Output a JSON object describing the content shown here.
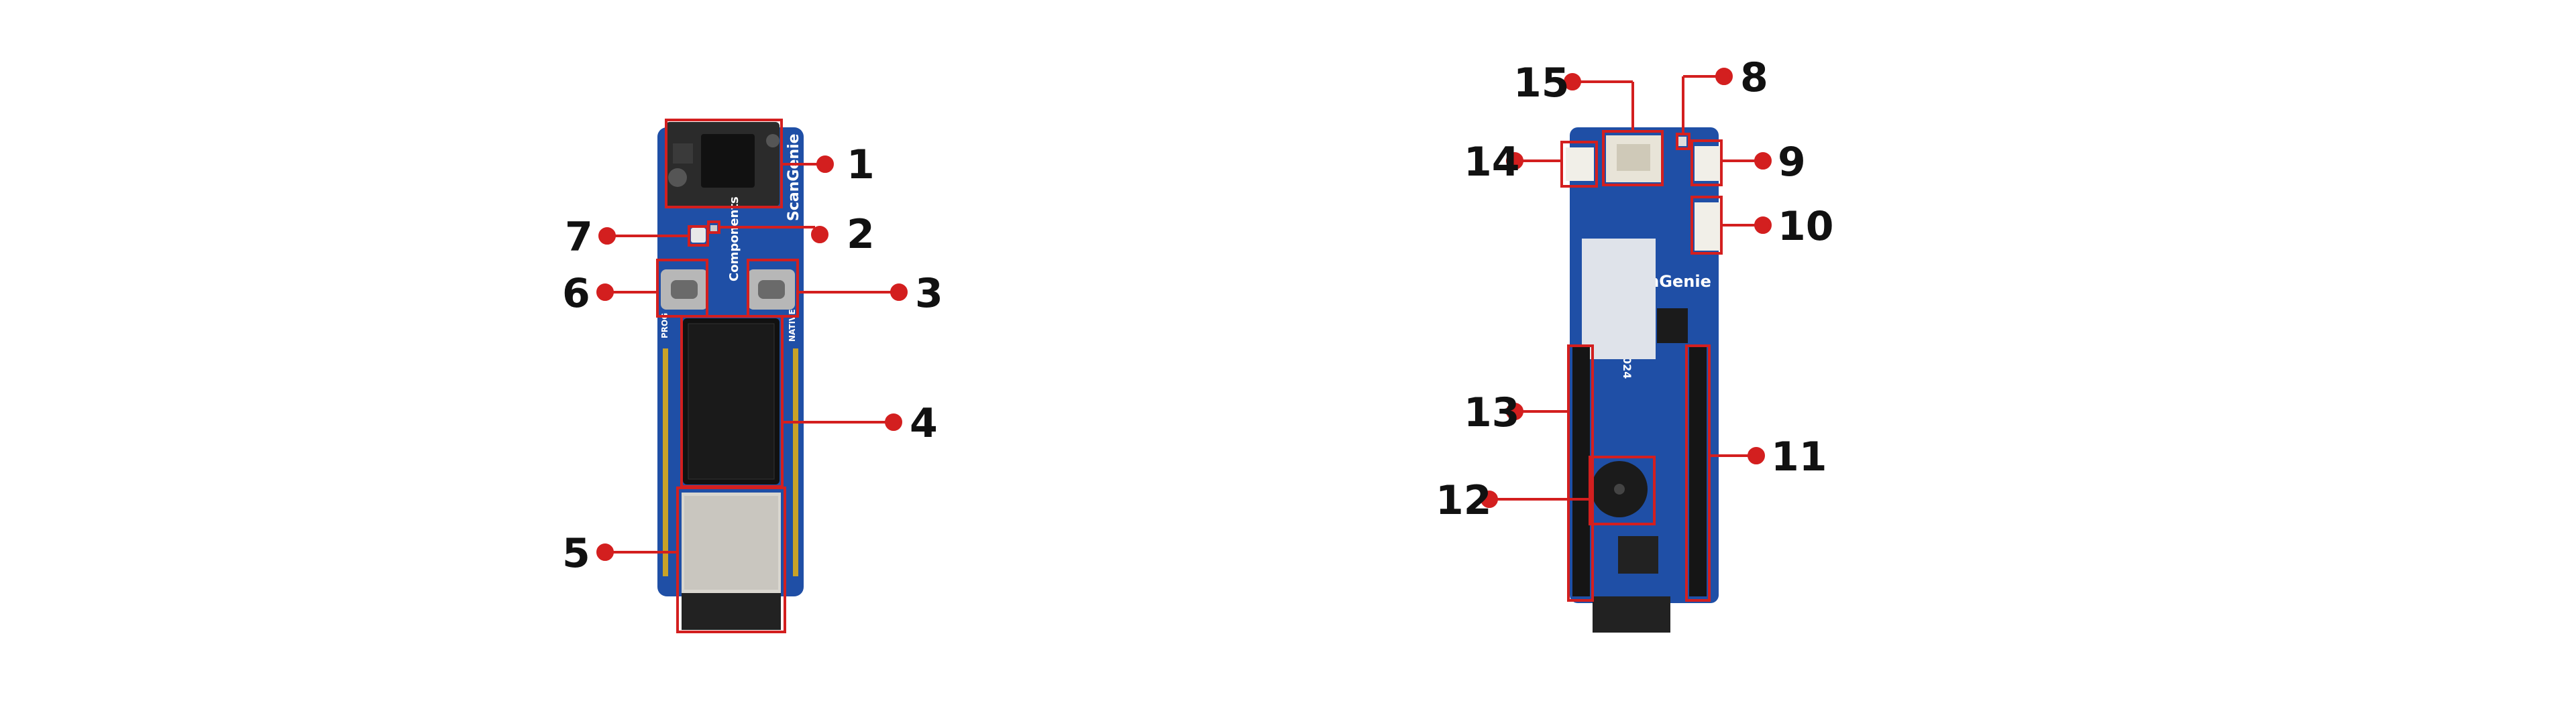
{
  "diagram": {
    "colors": {
      "pcb_blue": "#1f4fa6",
      "pcb_dark": "#1a3f8a",
      "callout_red": "#d31f1f",
      "ink": "#111111"
    },
    "board_front": {
      "silkscreen": {
        "brand": "Components",
        "product": "ScanGenie",
        "left_port": "PROG",
        "right_port": "NATIVE"
      }
    },
    "board_back": {
      "silkscreen": {
        "product_partial": "anGenie",
        "vertical_text": "HMM 2024"
      }
    },
    "callouts": [
      {
        "number": "1"
      },
      {
        "number": "2"
      },
      {
        "number": "3"
      },
      {
        "number": "4"
      },
      {
        "number": "5"
      },
      {
        "number": "6"
      },
      {
        "number": "7"
      },
      {
        "number": "8"
      },
      {
        "number": "9"
      },
      {
        "number": "10"
      },
      {
        "number": "11"
      },
      {
        "number": "12"
      },
      {
        "number": "13"
      },
      {
        "number": "14"
      },
      {
        "number": "15"
      }
    ]
  }
}
